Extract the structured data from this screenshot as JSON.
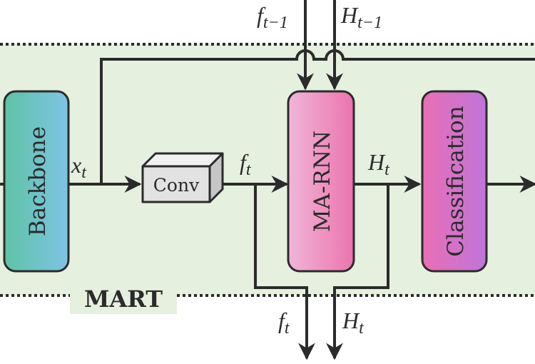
{
  "diagram": {
    "group_label": "MART",
    "blocks": {
      "backbone": "Backbone",
      "conv": "Conv",
      "marnn": "MA-RNN",
      "classification": "Classification"
    },
    "signals": {
      "x_t": {
        "base": "x",
        "sub": "t"
      },
      "f_t": {
        "base": "f",
        "sub": "t"
      },
      "H_t": {
        "base": "H",
        "sub": "t"
      },
      "f_prev": {
        "base": "f",
        "sub": "t−1"
      },
      "H_prev": {
        "base": "H",
        "sub": "t−1"
      }
    },
    "colors": {
      "region_fill": "#e6f0df",
      "backbone_gradient": [
        "#5fc3a6",
        "#7ec3e3"
      ],
      "marnn_gradient": [
        "#f0b5d8",
        "#ec74ae"
      ],
      "classification_gradient": [
        "#e96fb5",
        "#bf74d9"
      ],
      "conv_front": "#e2e2e2",
      "conv_top": "#f1f1f1",
      "conv_side": "#c6c6c6",
      "line": "#2b2b2b"
    }
  }
}
